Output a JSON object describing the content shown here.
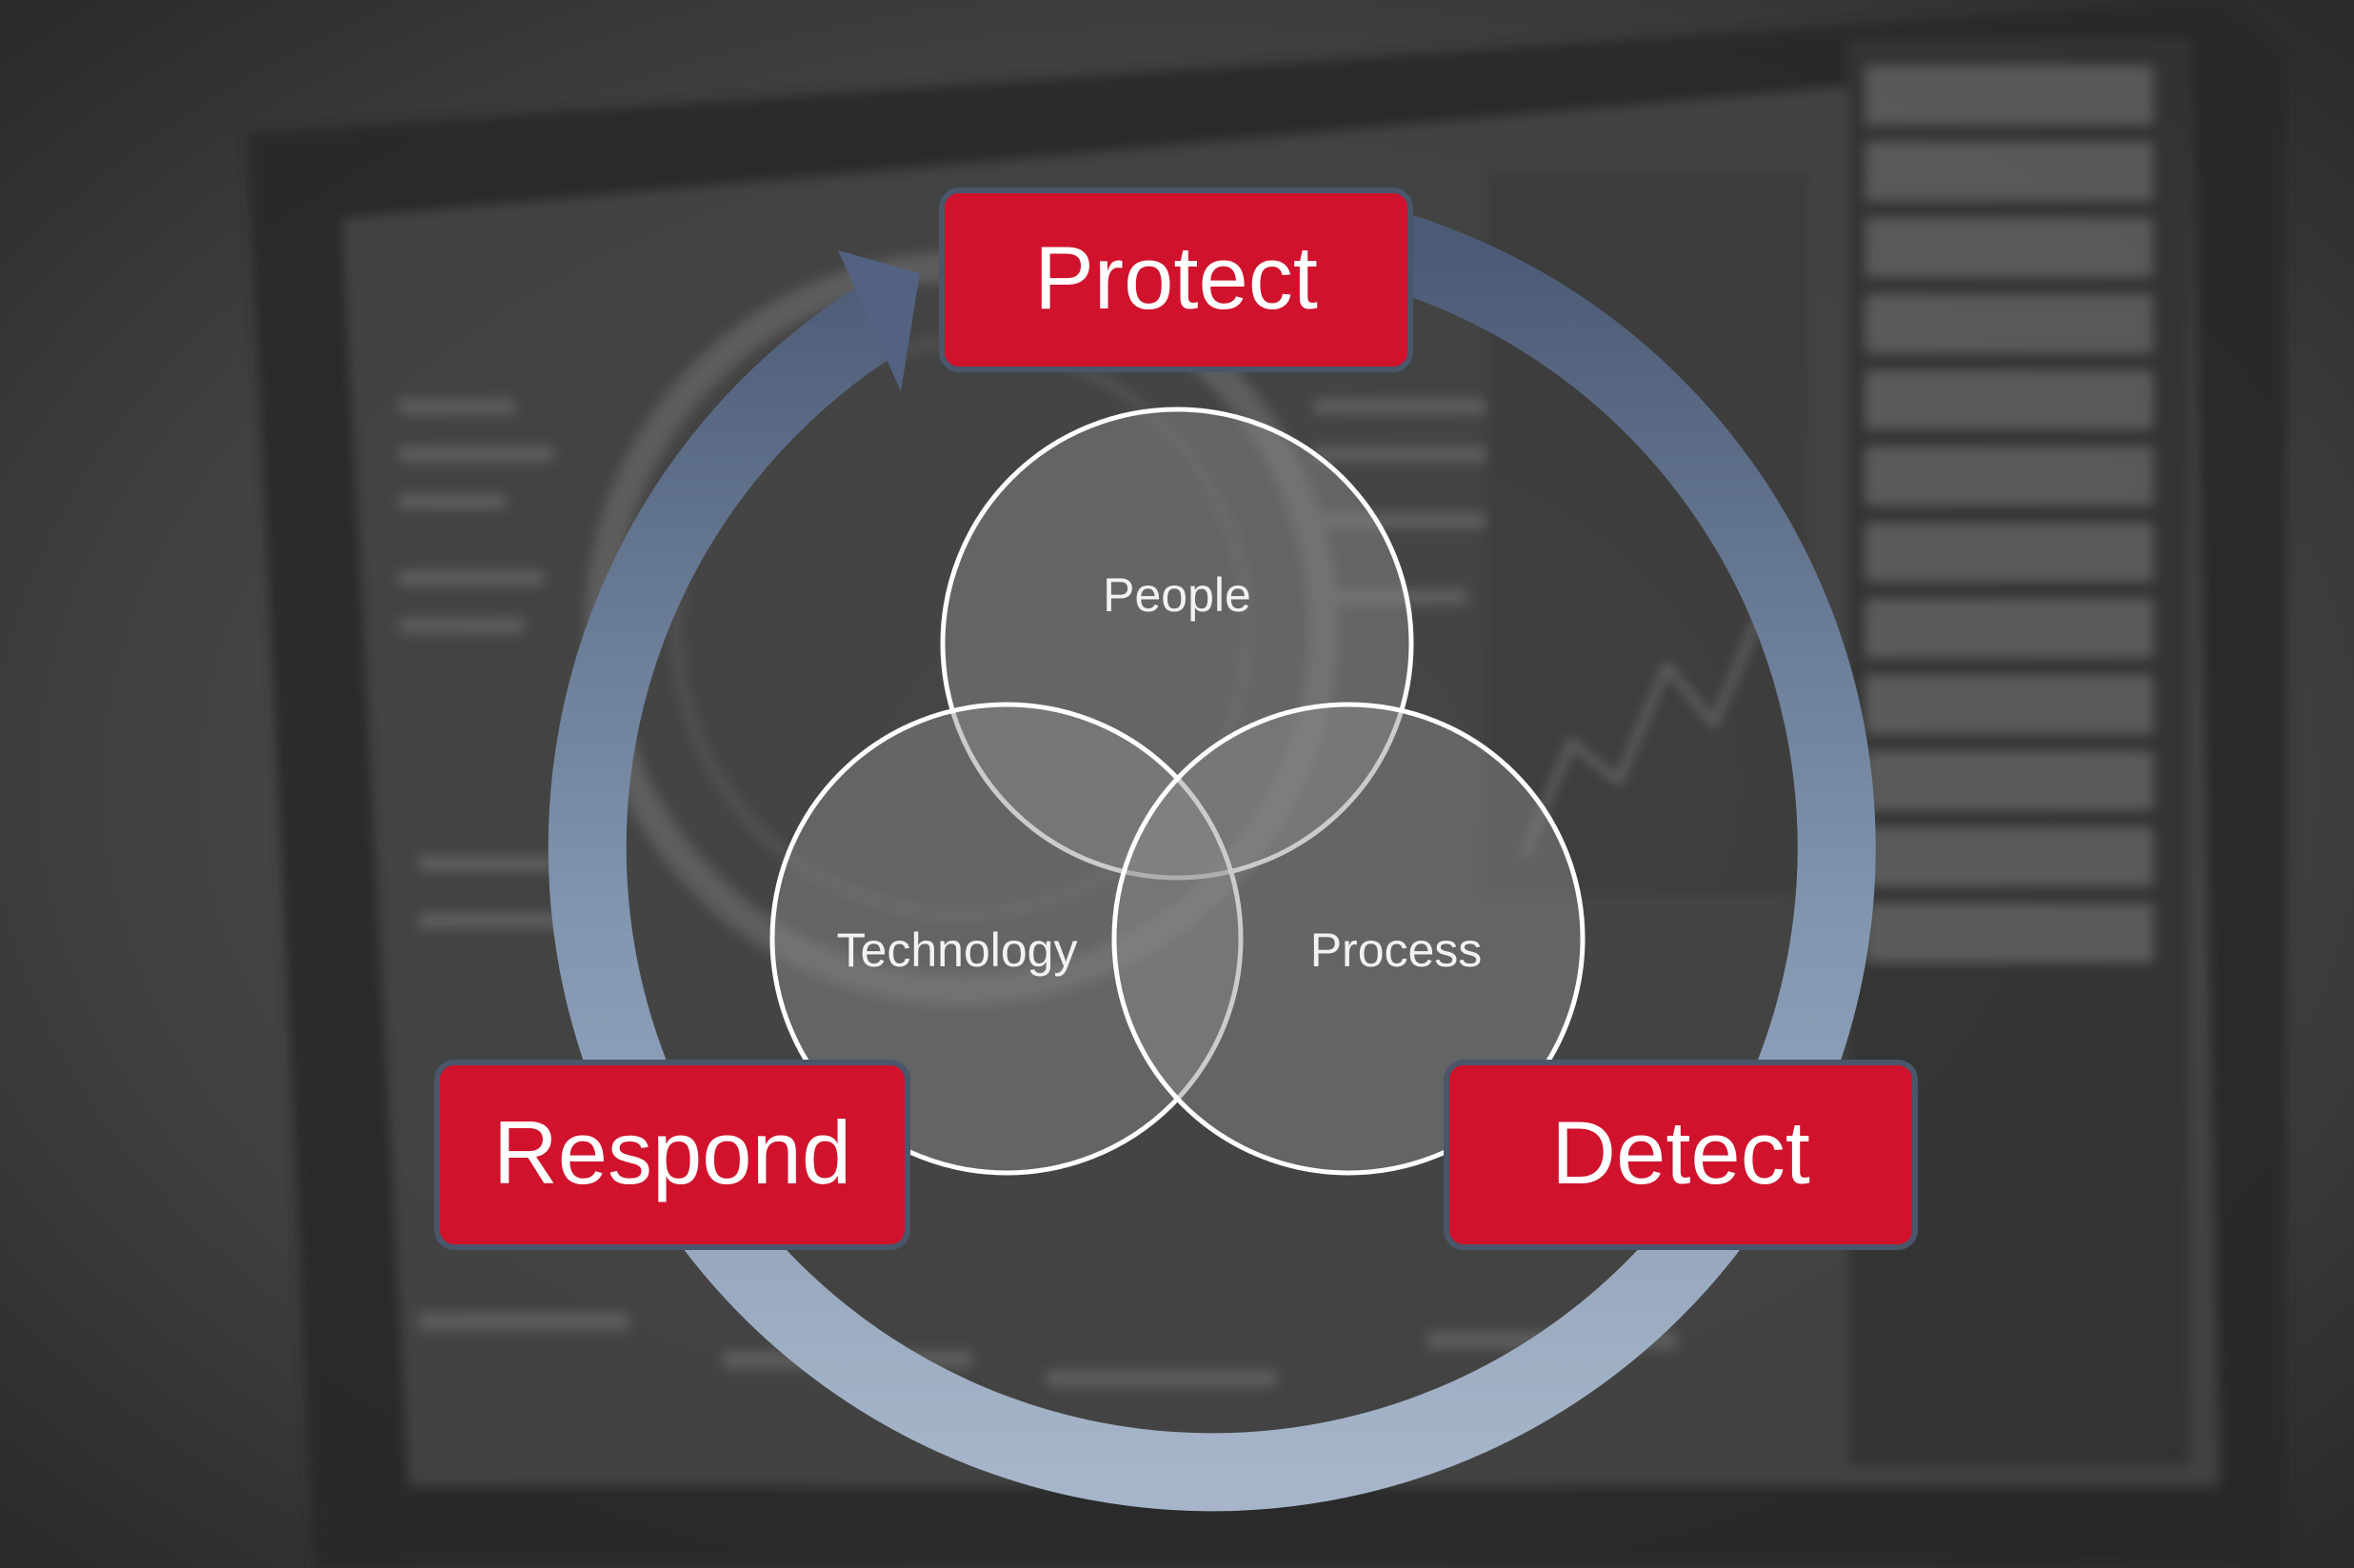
{
  "diagram": {
    "cycle": {
      "protect": "Protect",
      "detect": "Detect",
      "respond": "Respond"
    },
    "venn": {
      "people": "People",
      "technology": "Technology",
      "process": "Process"
    }
  },
  "colors": {
    "box_fill": "#d0122c",
    "box_border": "#4a5669",
    "arrow_top": "#4c5b75",
    "arrow_mid": "#8296b0",
    "arrow_bottom": "#a6b5c9",
    "circle_stroke": "#ffffff",
    "circle_fill": "#8c8c8c"
  }
}
